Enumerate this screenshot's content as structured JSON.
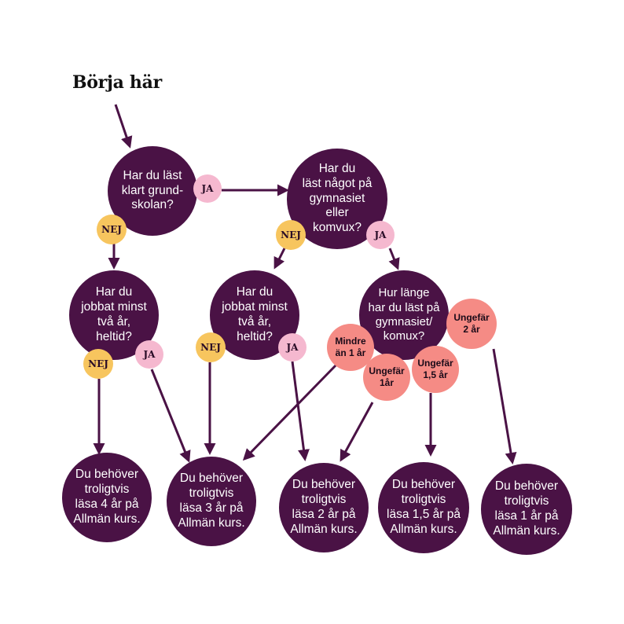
{
  "title": "Börja här",
  "questions": {
    "q1": "Har du läst\nklart grund-\nskolan?",
    "q2": "Har du\nläst något på\ngymnasiet\neller\nkomvux?",
    "q3": "Har du\njobbat minst\ntvå år,\nheltid?",
    "q4": "Har du\njobbat minst\ntvå år,\nheltid?",
    "q5": "Hur länge\nhar du läst på\ngymnasiet/\nkomux?"
  },
  "results": {
    "r1": "Du behöver\ntroligtvis\nläsa 4 år på\nAllmän kurs.",
    "r2": "Du behöver\ntroligtvis\nläsa 3 år på\nAllmän kurs.",
    "r3": "Du behöver\ntroligtvis\nläsa 2 år på\nAllmän kurs.",
    "r4": "Du behöver\ntroligtvis\nläsa 1,5 år på\nAllmän kurs.",
    "r5": "Du behöver\ntroligtvis\nläsa 1 år på\nAllmän kurs."
  },
  "answers": {
    "ja": "JA",
    "nej": "NEJ",
    "less1": "Mindre\nän 1 år",
    "about1": "Ungefär\n1år",
    "about15": "Ungefär\n1,5 år",
    "about2": "Ungefär\n2 år"
  },
  "colors": {
    "node": "#4a1245",
    "arrow": "#4a1245",
    "nej": "#f7c55e",
    "ja": "#f5b8cf",
    "duration": "#f58b85"
  }
}
